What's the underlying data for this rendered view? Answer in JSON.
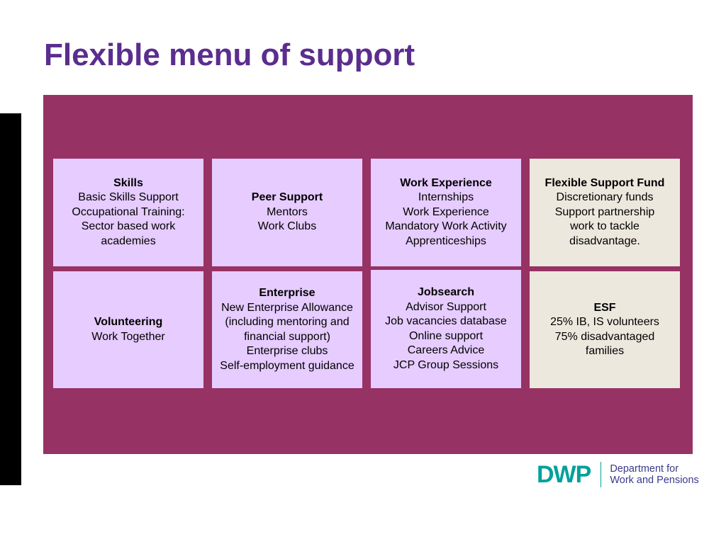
{
  "title": "Flexible menu of support",
  "cards": [
    {
      "heading": "Skills",
      "lines": [
        "Basic Skills Support",
        "Occupational Training:",
        "Sector based work",
        "academies"
      ]
    },
    {
      "heading": "Peer Support",
      "lines": [
        "Mentors",
        "Work Clubs"
      ]
    },
    {
      "heading": "Work Experience",
      "lines": [
        "Internships",
        "Work Experience",
        "Mandatory Work Activity",
        "Apprenticeships"
      ]
    },
    {
      "heading": "Flexible Support Fund",
      "lines": [
        "Discretionary funds",
        "Support partnership",
        "work to tackle",
        "disadvantage."
      ]
    },
    {
      "heading": "Volunteering",
      "lines": [
        "Work Together"
      ]
    },
    {
      "heading": "Enterprise",
      "lines": [
        "New Enterprise Allowance",
        "(including mentoring and",
        "financial support)",
        "Enterprise clubs",
        "Self-employment guidance"
      ]
    },
    {
      "heading": "Jobsearch",
      "lines": [
        "Advisor Support",
        "Job vacancies database",
        "Online support",
        "Careers Advice",
        "JCP Group Sessions"
      ]
    },
    {
      "heading": "ESF",
      "lines": [
        "25% IB, IS volunteers",
        "75% disadvantaged",
        "families"
      ]
    }
  ],
  "logo": {
    "mark": "DWP",
    "line1": "Department for",
    "line2": "Work and Pensions"
  },
  "colors": {
    "title": "#5b2d8e",
    "panel": "#973264",
    "card_purple": "#e6ccff",
    "card_beige": "#ece8de",
    "logo": "#00a19a"
  }
}
